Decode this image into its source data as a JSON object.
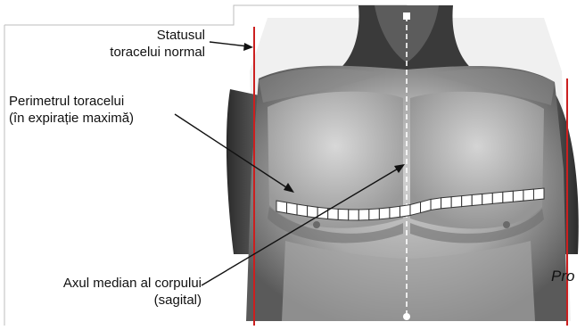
{
  "labels": {
    "status": {
      "line1": "Statusul",
      "line2": "toracelui normal"
    },
    "perimeter": {
      "line1": "Perimetrul toracelui",
      "line2": "(în expirație maximă)"
    },
    "axis": {
      "line1": "Axul median al corpului",
      "line2": "(sagital)"
    },
    "corner": "Pro"
  },
  "colors": {
    "frame_line": "#cc1f1f",
    "axis_line": "#ffffff",
    "tape_fill": "#ffffff",
    "tape_stroke": "#333333"
  },
  "tape": {
    "segments": 26
  }
}
